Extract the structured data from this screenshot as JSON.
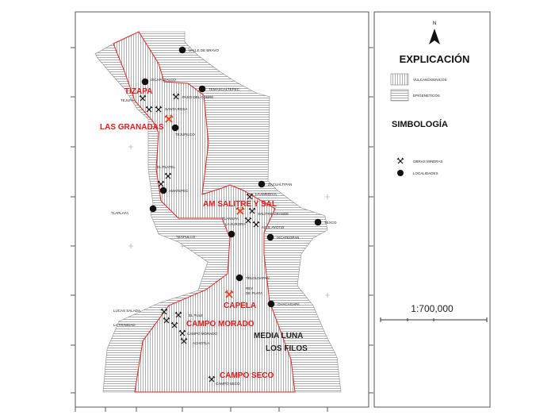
{
  "map": {
    "region_labels": [
      "TIZAPA",
      "LAS GRANADAS",
      "AM SALITRE Y SAL",
      "CAPELA",
      "CAMPO MORADO",
      "CAMPO SECO"
    ],
    "project_labels": [
      "MEDIA LUNA",
      "LOS FILOS"
    ],
    "localities": [
      "VALLE DE BRAVO",
      "IXCAPUZALCO",
      "TEMASCALTEPEC",
      "TEJUPILCO",
      "AMATEPEC",
      "TLAPLAYA",
      "ZACUALTIPAN",
      "TEXCO",
      "IXCATEOPAN",
      "TELOLOAPAN",
      "CHACAGAPA",
      "TEAPULCO"
    ],
    "mine_labels": [
      "TEJUPA",
      "PASO DEL COBRE",
      "SANTA ROSA",
      "EL PLATEL",
      "LA AMERICA",
      "TLANILPA",
      "SALITRE GRANDE",
      "LA AURORA",
      "AZUL AYOTZI",
      "REY",
      "DE PLATA",
      "LUCAS SALADA",
      "LA TRINIDAD",
      "EL TULE",
      "CAMPO MORADO",
      "ACHOTLA",
      "CAMPO SECO"
    ]
  },
  "legend": {
    "north": "N",
    "title": "EXPLICACIÓN",
    "units": [
      {
        "label": "VULCANOGENICOS"
      },
      {
        "label": "EPIGENETICOS"
      }
    ],
    "symbology_title": "SIMBOLOGÍA",
    "symbols": [
      {
        "label": "OBRAS MINERAS"
      },
      {
        "label": "LOCALIDADES"
      }
    ],
    "scale": "1:700,000"
  },
  "colors": {
    "boundary": "#e0201c",
    "label_red": "#e21b1b",
    "mine_red": "#e8401a"
  }
}
